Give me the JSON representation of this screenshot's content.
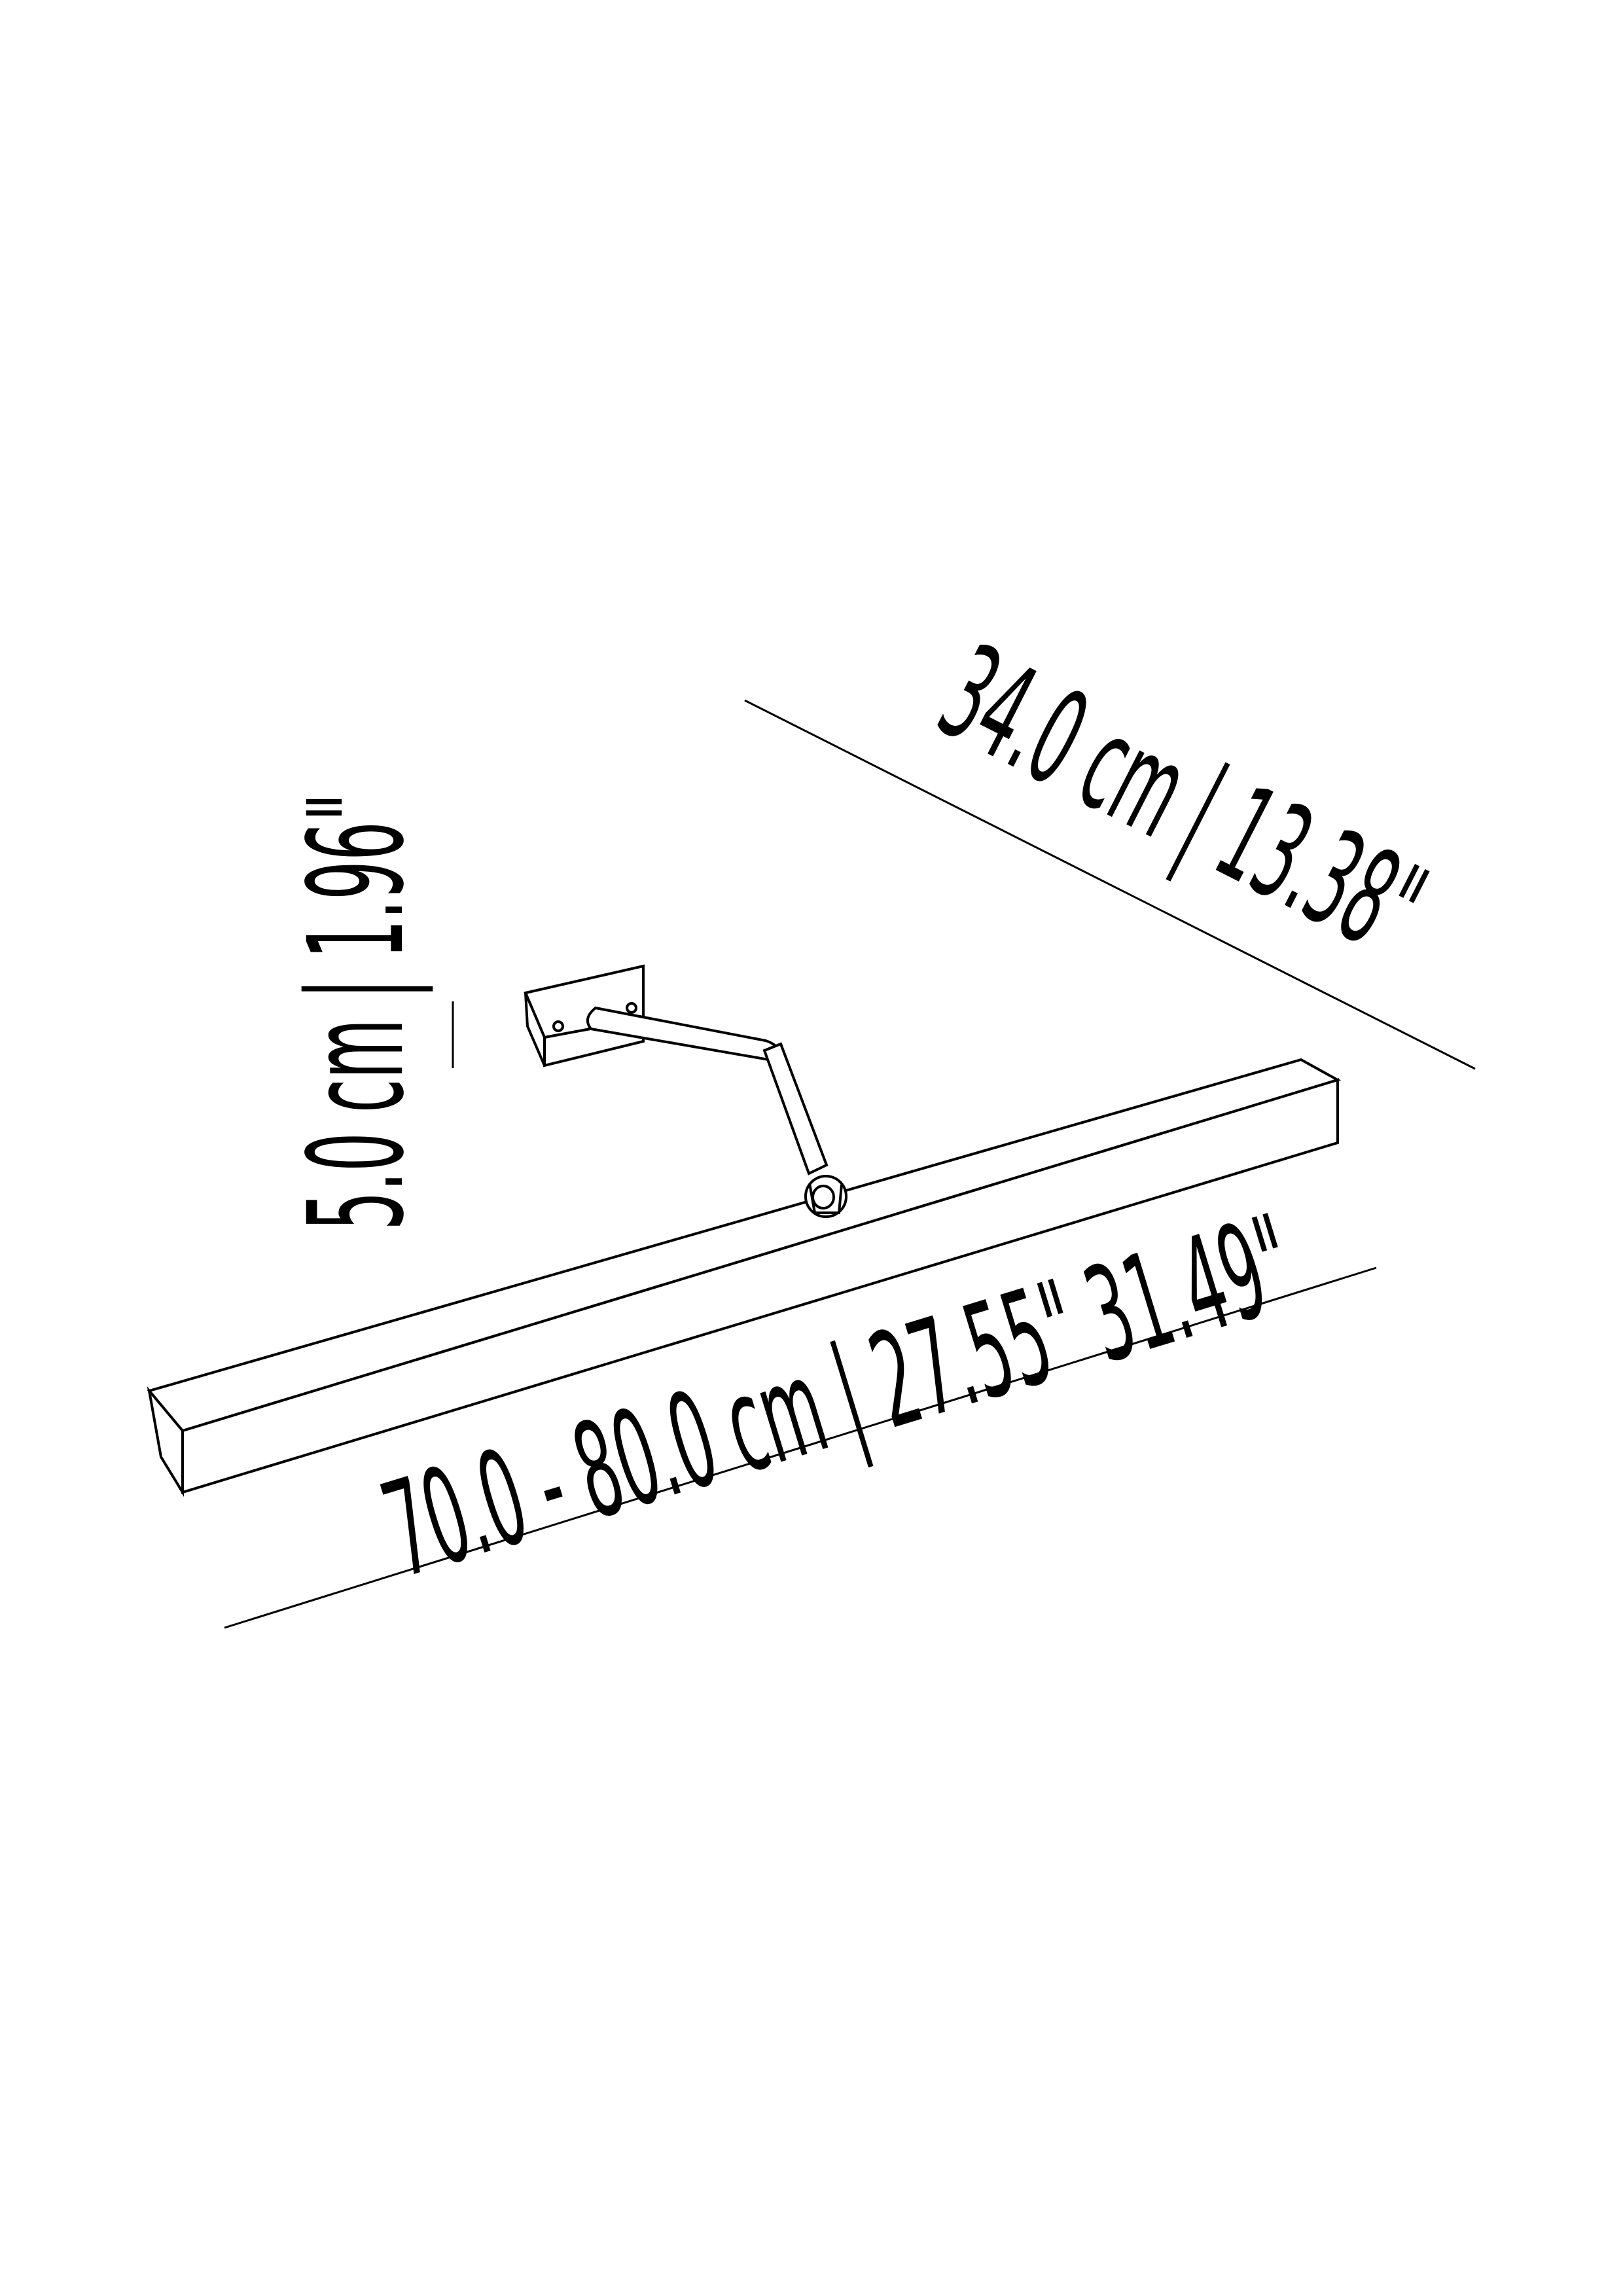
{
  "dimensions": {
    "depth": {
      "label": "34.0 cm | 13.38\""
    },
    "height": {
      "label": "5.0 cm | 1.96\""
    },
    "width": {
      "label": "70.0 - 80.0 cm | 27.55\" 31.49\""
    }
  },
  "colors": {
    "line": "#000000",
    "background": "#ffffff"
  }
}
